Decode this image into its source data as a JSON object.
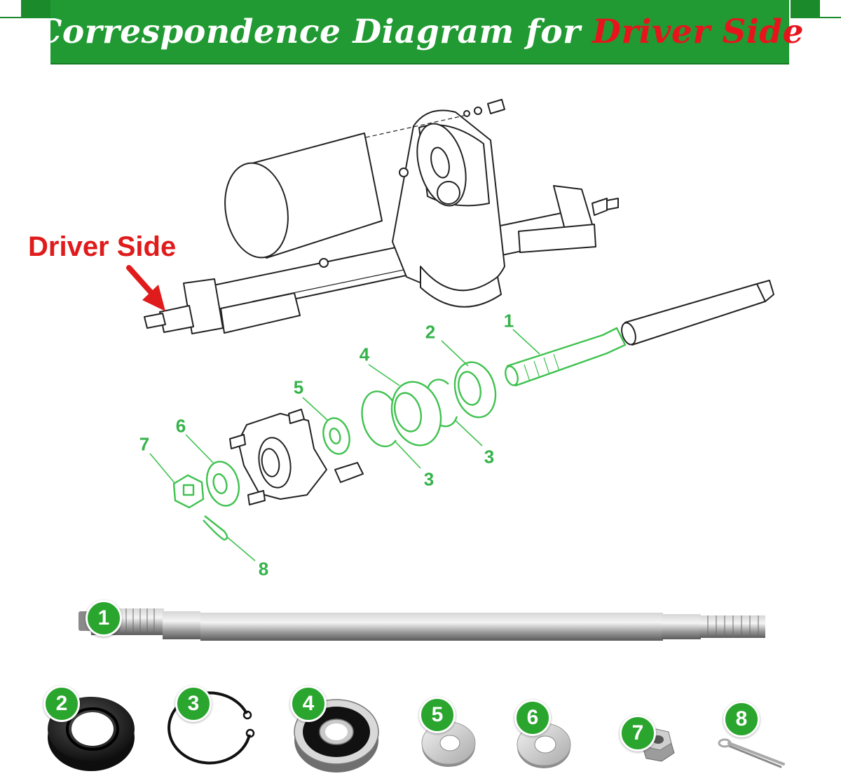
{
  "banner": {
    "title_prefix": "Correspondence Diagram for ",
    "title_highlight": "Driver Side"
  },
  "driver_label": "Driver Side",
  "callouts": [
    "1",
    "2",
    "4",
    "3",
    "3",
    "5",
    "6",
    "7",
    "8"
  ],
  "parts": [
    "1",
    "2",
    "3",
    "4",
    "5",
    "6",
    "7",
    "8"
  ],
  "colors": {
    "banner_green": "#219a33",
    "highlight_red": "#e8141b",
    "callout_green": "#35b34a",
    "badge_green": "#2aa52e",
    "line_art": "#222222"
  }
}
